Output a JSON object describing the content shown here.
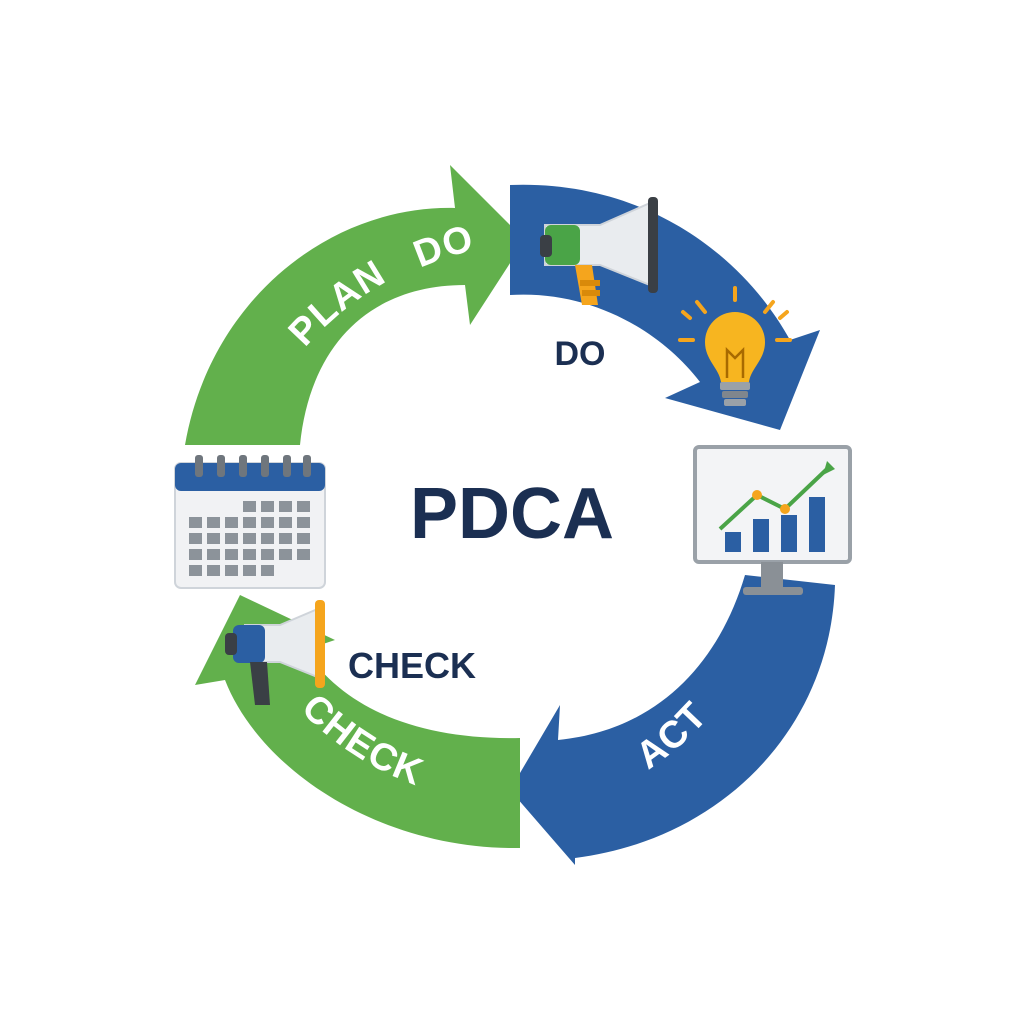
{
  "center": {
    "title": "PDCA"
  },
  "arcs": {
    "plan": {
      "label": "PLAN"
    },
    "plan_do": {
      "label": "DO"
    },
    "act": {
      "label": "ACT"
    },
    "check": {
      "label": "CHECK"
    }
  },
  "labels": {
    "do": "DO",
    "check": "CHECK"
  },
  "colors": {
    "green": "#62b04c",
    "blue": "#2b5fa3",
    "dark_text": "#1b2f52",
    "orange": "#f5a51d",
    "bulb": "#f7b520"
  },
  "icons": [
    "megaphone-icon",
    "lightbulb-icon",
    "monitor-chart-icon",
    "calendar-icon",
    "megaphone-icon"
  ]
}
